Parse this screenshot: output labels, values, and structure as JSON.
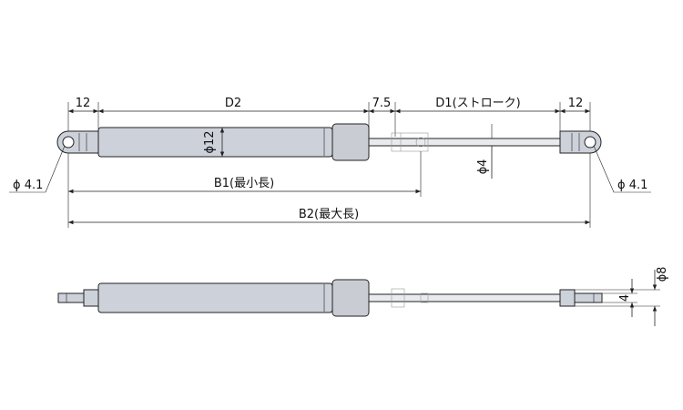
{
  "top_view": {
    "dims": {
      "eye_left": "12",
      "cylinder": "D2",
      "gap": "7.5",
      "stroke": "D1(ストローク)",
      "eye_right": "12",
      "cyl_dia": "12",
      "rod_dia": "4",
      "hole_left": "4.1",
      "hole_right": "4.1",
      "min_len": "B1(最小長)",
      "max_len": "B2(最大長)"
    },
    "phi": "ϕ"
  },
  "side_view": {
    "dims": {
      "end_dia": "8",
      "slot": "4"
    },
    "phi": "ϕ"
  },
  "colors": {
    "body_fill": "#cdd1da",
    "collar_fill": "#c9ccd3",
    "rod_fill": "#e8eaee",
    "line": "#222222"
  }
}
